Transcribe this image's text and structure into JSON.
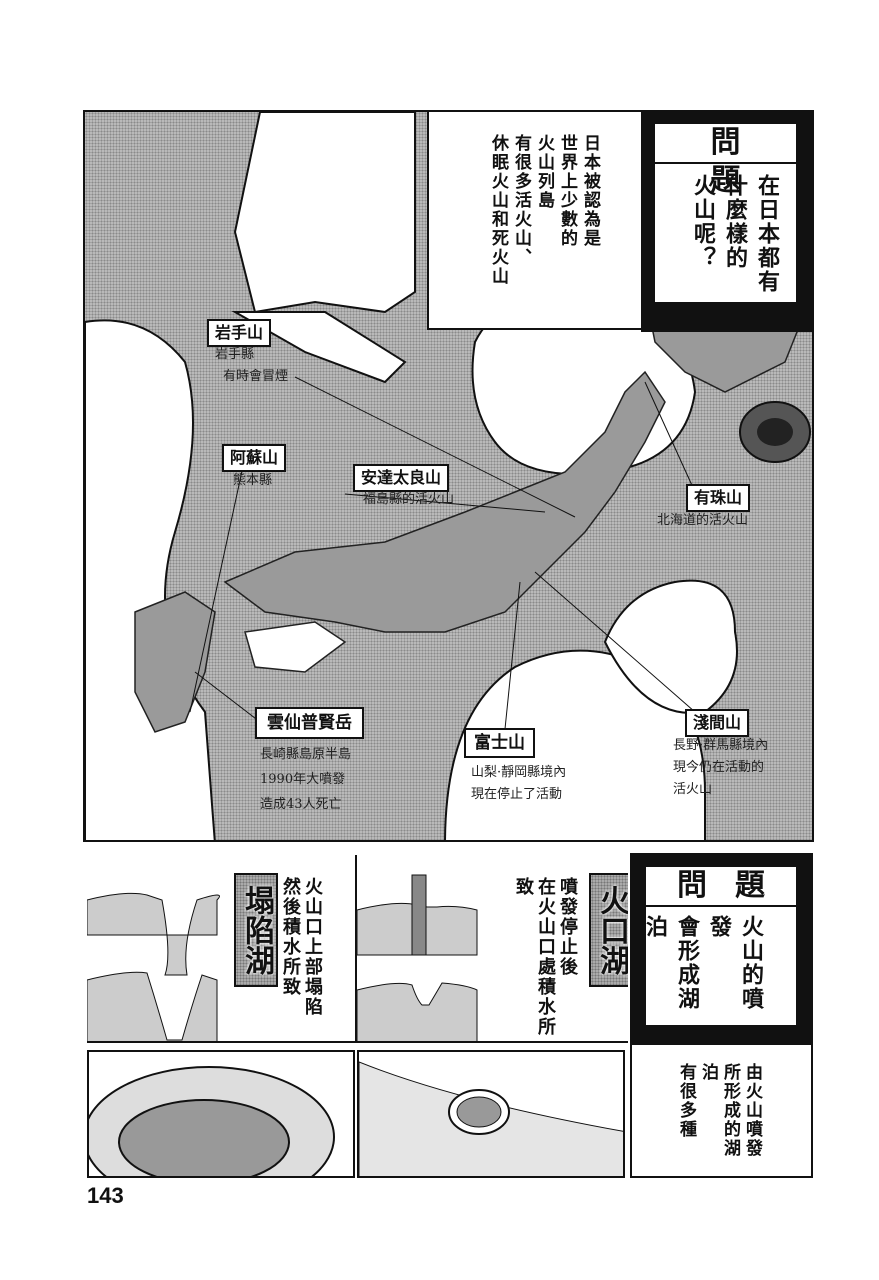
{
  "top_panel": {
    "intro_text": [
      "日本被認為是",
      "世界上少數的",
      "火山列島",
      "有很多活火山、",
      "休眠火山和死火山"
    ],
    "question": {
      "header": "問題",
      "lines": [
        "在日本都有",
        "什麼樣的",
        "火山呢？"
      ]
    },
    "volcanoes": [
      {
        "name": "岩手山",
        "desc": [
          "岩手縣",
          "有時會冒煙"
        ]
      },
      {
        "name": "阿蘇山",
        "desc": [
          "熊本縣"
        ]
      },
      {
        "name": "安達太良山",
        "desc": [
          "福島縣的活火山"
        ]
      },
      {
        "name": "有珠山",
        "desc": [
          "北海道的活火山"
        ]
      },
      {
        "name": "雲仙普賢岳",
        "desc": [
          "長崎縣島原半島",
          "1990年大噴發",
          "造成43人死亡"
        ]
      },
      {
        "name": "富士山",
        "desc": [
          "山梨·靜岡縣境內",
          "現在停止了活動"
        ]
      },
      {
        "name": "淺間山",
        "desc": [
          "長野·群馬縣境內",
          "現今仍在活動的",
          "活火山"
        ]
      }
    ]
  },
  "bottom_panel": {
    "caldera_lake": {
      "title": "塌陷湖",
      "lines": [
        "火山口上部塌陷",
        "然後積水所致"
      ]
    },
    "crater_lake": {
      "title": "火口湖",
      "lines": [
        "噴發停止後",
        "在火山口處積水所致"
      ]
    },
    "question": {
      "header": "問題",
      "lines": [
        "火山的噴發",
        "會形成湖泊"
      ]
    },
    "answer": [
      "由火山噴發",
      "所形成的湖泊",
      "有很多種"
    ]
  },
  "page_number": "143"
}
